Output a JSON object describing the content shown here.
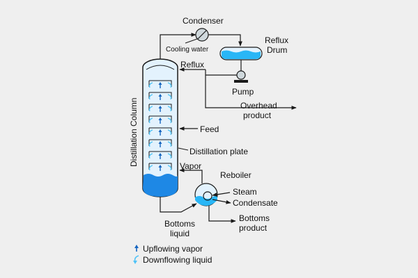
{
  "colors": {
    "background": "#efefef",
    "line": "#1a1a1a",
    "liquid": "#1e88e5",
    "drum_liquid": "#29b6f6",
    "vapor_arrow": "#1565c0",
    "liquid_arrow": "#4fc3f7",
    "vessel_fill": "#e3f2fd"
  },
  "labels": {
    "condenser": "Condenser",
    "cooling_water": "Cooling water",
    "reflux_drum_line1": "Reflux",
    "reflux_drum_line2": "Drum",
    "reflux": "Reflux",
    "pump": "Pump",
    "overhead_line1": "Overhead",
    "overhead_line2": "product",
    "distillation_column": "Distillation Column",
    "feed": "Feed",
    "distillation_plate": "Distillation plate",
    "vapor": "Vapor",
    "reboiler": "Reboiler",
    "steam": "Steam",
    "condensate": "Condensate",
    "bottoms_product_line1": "Bottoms",
    "bottoms_product_line2": "product",
    "bottoms_liquid_line1": "Bottoms",
    "bottoms_liquid_line2": "liquid"
  },
  "legend": {
    "upflowing": "Upflowing vapor",
    "downflowing": "Downflowing liquid"
  },
  "icons": {
    "condenser": "condenser-icon",
    "pump": "pump-icon",
    "reboiler": "reboiler-icon",
    "reflux_drum": "reflux-drum-icon"
  }
}
